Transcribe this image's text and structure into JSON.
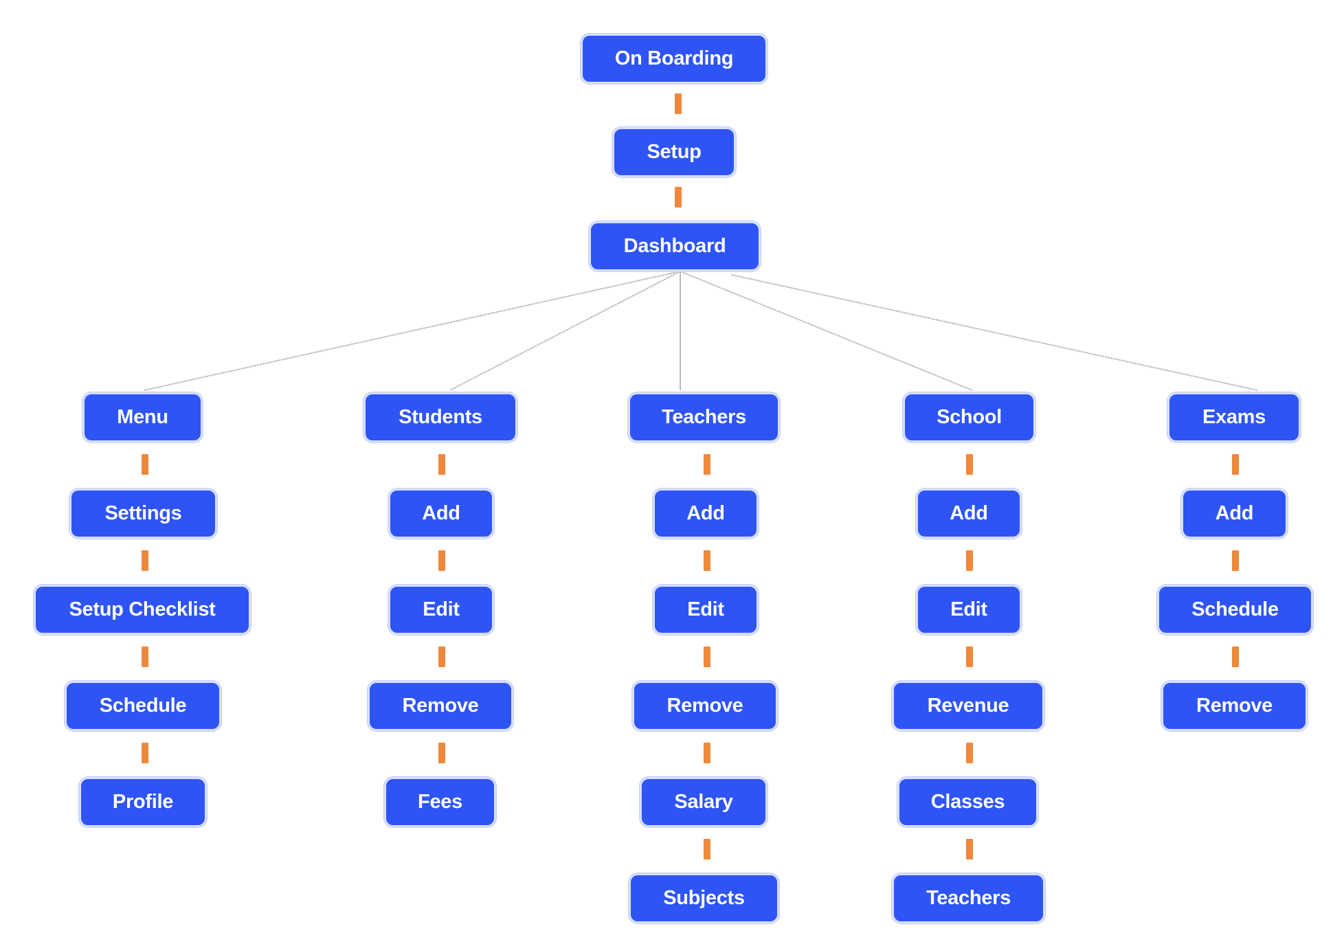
{
  "colors": {
    "node_fill": "#2f54f5",
    "node_border": "#d8e0ff",
    "node_text": "#ffffff",
    "connector": "#f0883b",
    "branch_line": "#b8b8b8"
  },
  "root": {
    "on_boarding": "On Boarding",
    "setup": "Setup",
    "dashboard": "Dashboard"
  },
  "columns": [
    {
      "head": "Menu",
      "items": [
        "Settings",
        "Setup Checklist",
        "Schedule",
        "Profile"
      ]
    },
    {
      "head": "Students",
      "items": [
        "Add",
        "Edit",
        "Remove",
        "Fees"
      ]
    },
    {
      "head": "Teachers",
      "items": [
        "Add",
        "Edit",
        "Remove",
        "Salary",
        "Subjects"
      ]
    },
    {
      "head": "School",
      "items": [
        "Add",
        "Edit",
        "Revenue",
        "Classes",
        "Teachers"
      ]
    },
    {
      "head": "Exams",
      "items": [
        "Add",
        "Schedule",
        "Remove"
      ]
    }
  ]
}
